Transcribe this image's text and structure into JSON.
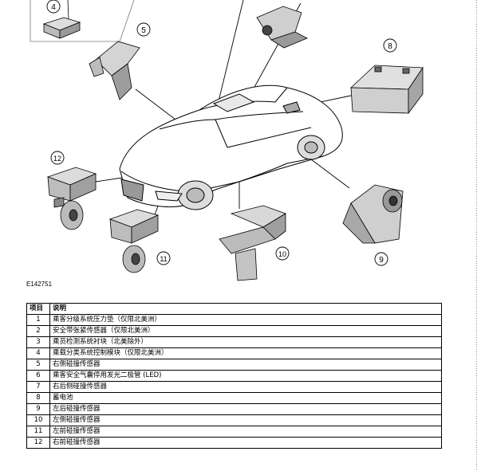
{
  "figure": {
    "caption": "E142751",
    "callouts": [
      "4",
      "5",
      "8",
      "12",
      "11",
      "10",
      "9"
    ]
  },
  "table": {
    "headers": [
      "项目",
      "说明"
    ],
    "rows": [
      {
        "num": "1",
        "desc": "乘客分级系统压力垫（仅限北美洲）"
      },
      {
        "num": "2",
        "desc": "安全带张紧传感器（仅限北美洲）"
      },
      {
        "num": "3",
        "desc": "乘员检测系统衬块（北美除外）"
      },
      {
        "num": "4",
        "desc": "乘载分类系统控制模块（仅限北美洲）"
      },
      {
        "num": "5",
        "desc": "右侧碰撞传感器"
      },
      {
        "num": "6",
        "desc": "乘客安全气囊停用发光二极管 (LED)"
      },
      {
        "num": "7",
        "desc": "右后侧碰撞传感器"
      },
      {
        "num": "8",
        "desc": "蓄电池"
      },
      {
        "num": "9",
        "desc": "左后碰撞传感器"
      },
      {
        "num": "10",
        "desc": "左侧碰撞传感器"
      },
      {
        "num": "11",
        "desc": "左前碰撞传感器"
      },
      {
        "num": "12",
        "desc": "右前碰撞传感器"
      }
    ]
  }
}
